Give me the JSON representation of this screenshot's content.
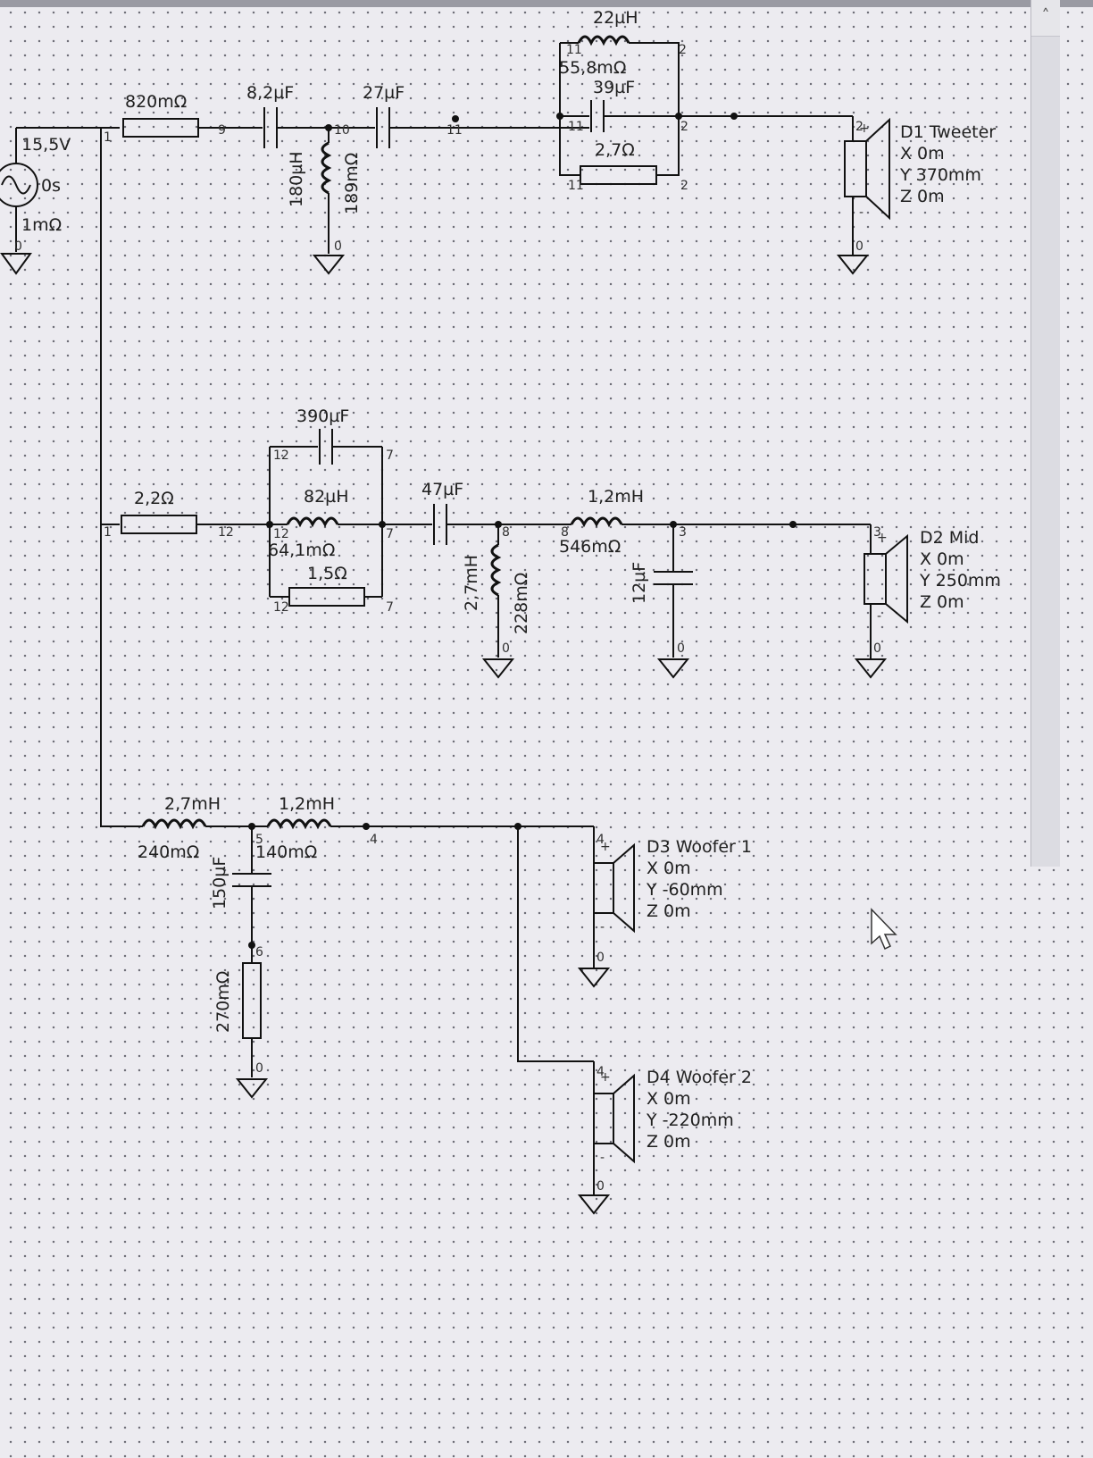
{
  "source": {
    "amplitude": "15,5V",
    "delay": "0s",
    "resistance": "1mΩ"
  },
  "tweeter_branch": {
    "series_resistor": "820mΩ",
    "c1": "8,2µF",
    "shunt_l": "180µH",
    "shunt_l_r": "189mΩ",
    "c2": "27µF",
    "trap_l": "22µH",
    "trap_l_r": "55,8mΩ",
    "trap_c": "39µF",
    "trap_r": "2,7Ω"
  },
  "mid_branch": {
    "series_resistor": "2,2Ω",
    "par_c": "390µF",
    "par_l": "82µH",
    "par_l_r": "64,1mΩ",
    "par_r": "1,5Ω",
    "series_c": "47µF",
    "shunt_l": "2,7mH",
    "shunt_l_r": "228mΩ",
    "series_l": "1,2mH",
    "series_l_r": "546mΩ",
    "shunt_c": "12µF"
  },
  "woofer_branch": {
    "l1": "2,7mH",
    "l1_r": "240mΩ",
    "l2": "1,2mH",
    "l2_r": "140mΩ",
    "shunt_c": "150µF",
    "shunt_r": "270mΩ"
  },
  "drivers": [
    {
      "name": "D1 Tweeter",
      "x": "X 0m",
      "y": "Y 370mm",
      "z": "Z 0m",
      "color": "#c0161a"
    },
    {
      "name": "D2 Mid",
      "x": "X 0m",
      "y": "Y 250mm",
      "z": "Z 0m",
      "color": "#2e6b2a"
    },
    {
      "name": "D3 Woofer 1",
      "x": "X 0m",
      "y": "Y -60mm",
      "z": "Z 0m",
      "color": "#1f3aa8"
    },
    {
      "name": "D4 Woofer 2",
      "x": "X 0m",
      "y": "Y -220mm",
      "z": "Z 0m",
      "color": "#c9a23a"
    }
  ],
  "nodes": {
    "n0": "0",
    "n1": "1",
    "n2": "2",
    "n3": "3",
    "n4": "4",
    "n5": "5",
    "n6": "6",
    "n7": "7",
    "n8": "8",
    "n9": "9",
    "n10": "10",
    "n11": "11",
    "n12": "12",
    "plus": "+",
    "minus": "-"
  },
  "icons": {
    "scroll_up": "˄",
    "cursor": "mouse-pointer-icon"
  }
}
